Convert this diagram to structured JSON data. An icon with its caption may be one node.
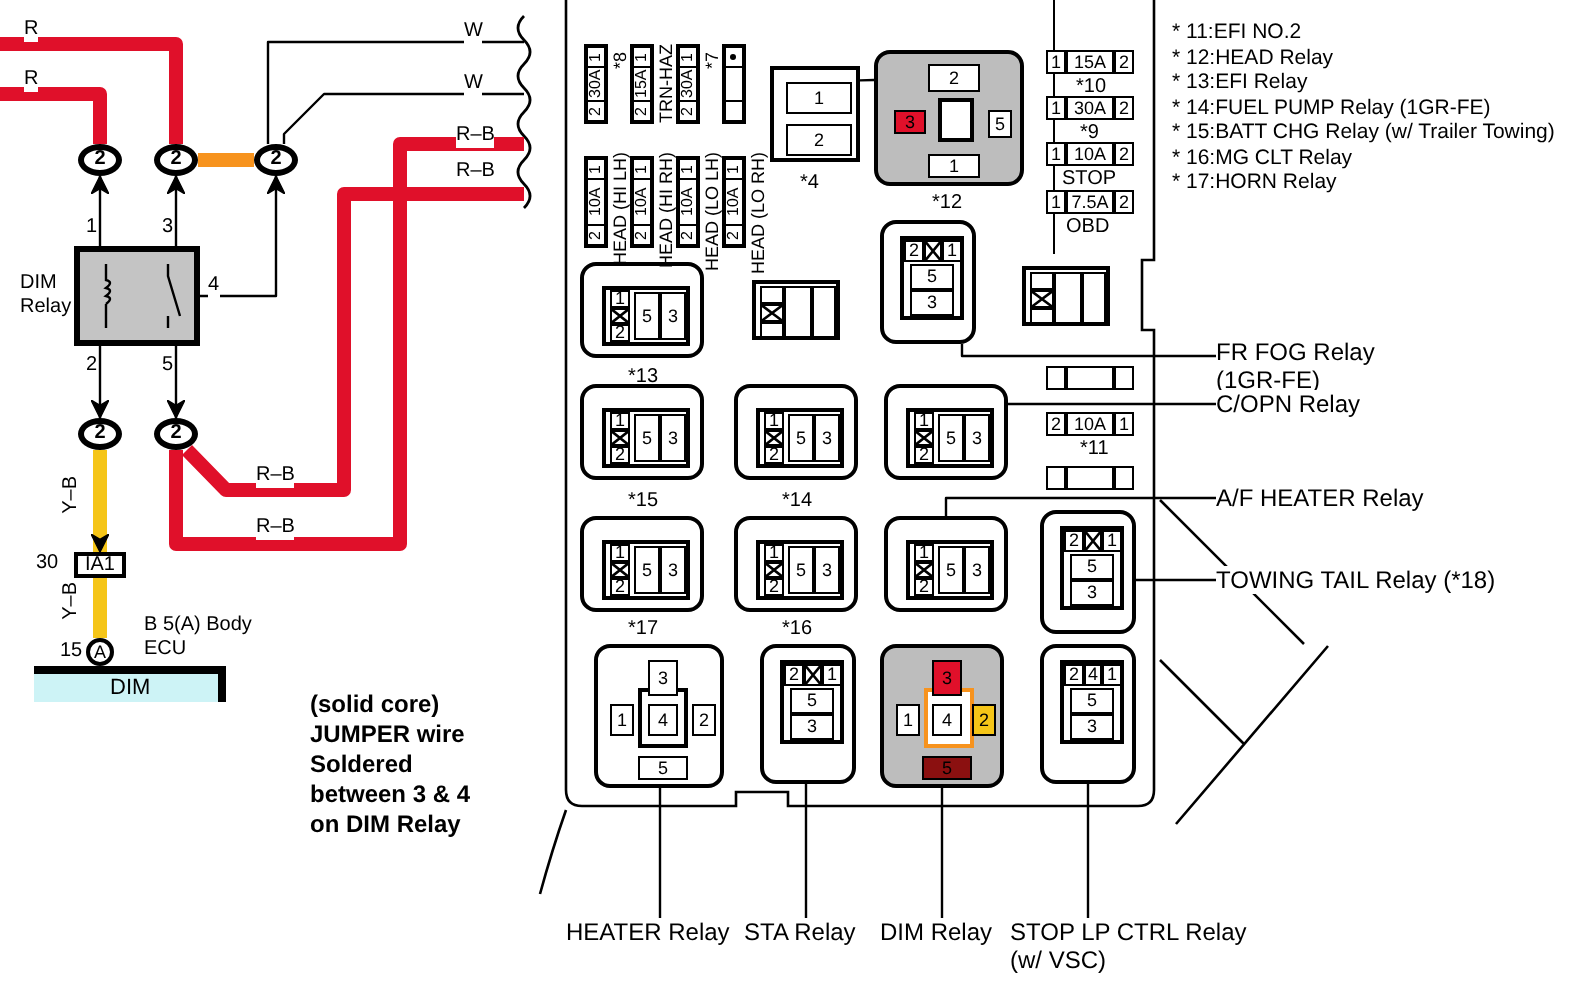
{
  "diagram": {
    "nodes": [
      {
        "text": [
          "DIM Relay"
        ]
      },
      {
        "text": [
          "2"
        ]
      },
      {
        "text": [
          "2"
        ]
      },
      {
        "text": [
          "2"
        ]
      },
      {
        "text": [
          "2"
        ]
      },
      {
        "text": [
          "2"
        ]
      },
      {
        "text": [
          "IA1"
        ],
        "beside": [
          "30"
        ]
      },
      {
        "text": [
          "A"
        ],
        "beside": [
          "15"
        ]
      },
      {
        "text": [
          "DIM"
        ],
        "beside": [
          "B 5(A) Body ECU"
        ]
      },
      {
        "text": [
          "1",
          "30A",
          "2"
        ],
        "beside": [
          "*8"
        ]
      },
      {
        "text": [
          "1",
          "15A",
          "2"
        ],
        "beside": [
          "TRN-HAZ"
        ]
      },
      {
        "text": [
          "1",
          "30A",
          "2"
        ],
        "beside": [
          "*7"
        ]
      },
      {
        "text": [],
        "shape": "box"
      },
      {
        "text": [
          "1",
          "10A",
          "2"
        ],
        "beside": [
          "HEAD (HI LH)"
        ]
      },
      {
        "text": [
          "1",
          "10A",
          "2"
        ],
        "beside": [
          "HEAD (HI RH)"
        ]
      },
      {
        "text": [
          "1",
          "10A",
          "2"
        ],
        "beside": [
          "HEAD (LO LH)"
        ]
      },
      {
        "text": [
          "1",
          "10A",
          "2"
        ],
        "beside": [
          "HEAD (LO RH)"
        ]
      },
      {
        "text": [
          "1",
          "2"
        ],
        "beside": [
          "*4"
        ]
      },
      {
        "text": [
          "2",
          "3",
          "5",
          "1"
        ],
        "beside": [
          "*12"
        ]
      },
      {
        "text": [
          "1",
          "15A",
          "2"
        ],
        "beside": [
          "*10"
        ]
      },
      {
        "text": [
          "1",
          "30A",
          "2"
        ],
        "beside": [
          "*9"
        ]
      },
      {
        "text": [
          "1",
          "10A",
          "2"
        ],
        "beside": [
          "STOP"
        ]
      },
      {
        "text": [
          "1",
          "7.5A",
          "2"
        ],
        "beside": [
          "OBD"
        ]
      },
      {
        "text": [
          "1",
          "2",
          "5",
          "3"
        ],
        "beside": [
          "*13"
        ]
      },
      {
        "text": [],
        "shape": "box"
      },
      {
        "text": [
          "2",
          "1",
          "5",
          "3"
        ]
      },
      {
        "text": [],
        "shape": "box"
      },
      {
        "text": [
          "1",
          "2",
          "5",
          "3"
        ],
        "beside": [
          "*15"
        ]
      },
      {
        "text": [
          "1",
          "2",
          "5",
          "3"
        ],
        "beside": [
          "*14"
        ]
      },
      {
        "text": [
          "1",
          "2",
          "5",
          "3"
        ]
      },
      {
        "text": [],
        "shape": "box"
      },
      {
        "text": [
          "2",
          "10A",
          "1"
        ],
        "beside": [
          "*11"
        ]
      },
      {
        "text": [],
        "shape": "box"
      },
      {
        "text": [
          "1",
          "2",
          "5",
          "3"
        ],
        "beside": [
          "*17"
        ]
      },
      {
        "text": [
          "1",
          "2",
          "5",
          "3"
        ],
        "beside": [
          "*16"
        ]
      },
      {
        "text": [
          "1",
          "2",
          "5",
          "3"
        ]
      },
      {
        "text": [
          "2",
          "1",
          "5",
          "3"
        ]
      },
      {
        "text": [
          "3",
          "1",
          "4",
          "2",
          "5"
        ]
      },
      {
        "text": [
          "2",
          "1",
          "5",
          "3"
        ]
      },
      {
        "text": [
          "3",
          "1",
          "4",
          "2",
          "5"
        ]
      },
      {
        "text": [
          "2",
          "4",
          "1",
          "5",
          "3"
        ]
      },
      {
        "text": [
          "FR FOG Relay (1GR-FE)"
        ]
      },
      {
        "text": [
          "C/OPN Relay"
        ]
      },
      {
        "text": [
          "A/F HEATER Relay"
        ]
      },
      {
        "text": [
          "TOWING TAIL Relay (*18)"
        ]
      },
      {
        "text": [
          "HEATER Relay"
        ]
      },
      {
        "text": [
          "STA Relay"
        ]
      },
      {
        "text": [
          "DIM Relay"
        ]
      },
      {
        "text": [
          "STOP LP CTRL Relay (w/ VSC)"
        ]
      }
    ],
    "edges": [
      {
        "from": null,
        "to": 2,
        "arrow": "none",
        "label": "R",
        "style": "thick",
        "color": "#e0102a"
      },
      {
        "from": null,
        "to": 1,
        "arrow": "none",
        "label": "R",
        "style": "thick",
        "color": "#e0102a"
      },
      {
        "from": 2,
        "to": 3,
        "arrow": "none",
        "style": "thick",
        "color": "#f7931e"
      },
      {
        "from": null,
        "to": 3,
        "arrow": "none",
        "label": "W"
      },
      {
        "from": null,
        "to": 3,
        "arrow": "none",
        "label": "W"
      },
      {
        "from": 5,
        "to": null,
        "arrow": "none",
        "label": "R–B",
        "style": "thick",
        "color": "#e0102a"
      },
      {
        "from": 5,
        "to": null,
        "arrow": "none",
        "label": "R–B",
        "style": "thick",
        "color": "#e0102a"
      },
      {
        "from": 0,
        "to": 1,
        "arrow": "to"
      },
      {
        "from": 0,
        "to": 2,
        "arrow": "to"
      },
      {
        "from": 0,
        "to": 3,
        "arrow": "to"
      },
      {
        "from": 0,
        "to": 4,
        "arrow": "to"
      },
      {
        "from": 0,
        "to": 5,
        "arrow": "to"
      },
      {
        "from": 4,
        "to": 6,
        "arrow": "to",
        "label": "Y–B",
        "style": "thick",
        "color": "#f5c518"
      },
      {
        "from": 6,
        "to": 7,
        "arrow": "none",
        "label": "Y–B",
        "style": "thick",
        "color": "#f5c518"
      },
      {
        "from": 41,
        "to": 25,
        "arrow": "none"
      },
      {
        "from": 42,
        "to": 29,
        "arrow": "none"
      },
      {
        "from": 43,
        "to": 35,
        "arrow": "none"
      },
      {
        "from": 44,
        "to": 36,
        "arrow": "none"
      },
      {
        "from": 45,
        "to": 37,
        "arrow": "none"
      },
      {
        "from": 46,
        "to": 38,
        "arrow": "none"
      },
      {
        "from": 47,
        "to": 39,
        "arrow": "none"
      },
      {
        "from": 48,
        "to": 40,
        "arrow": "none"
      },
      {
        "from": 17,
        "to": 18,
        "arrow": "none"
      }
    ],
    "labels": [
      "1",
      "3",
      "4",
      "2",
      "5",
      "R–B",
      "R–B",
      "* 11:EFI NO.2",
      "* 12:HEAD Relay",
      "* 13:EFI Relay",
      "* 14:FUEL PUMP Relay (1GR-FE)",
      "* 15:BATT CHG Relay (w/ Trailer Towing)",
      "* 16:MG CLT Relay",
      "* 17:HORN Relay",
      "(solid core) JUMPER wire Soldered between 3 & 4 on DIM Relay"
    ]
  }
}
